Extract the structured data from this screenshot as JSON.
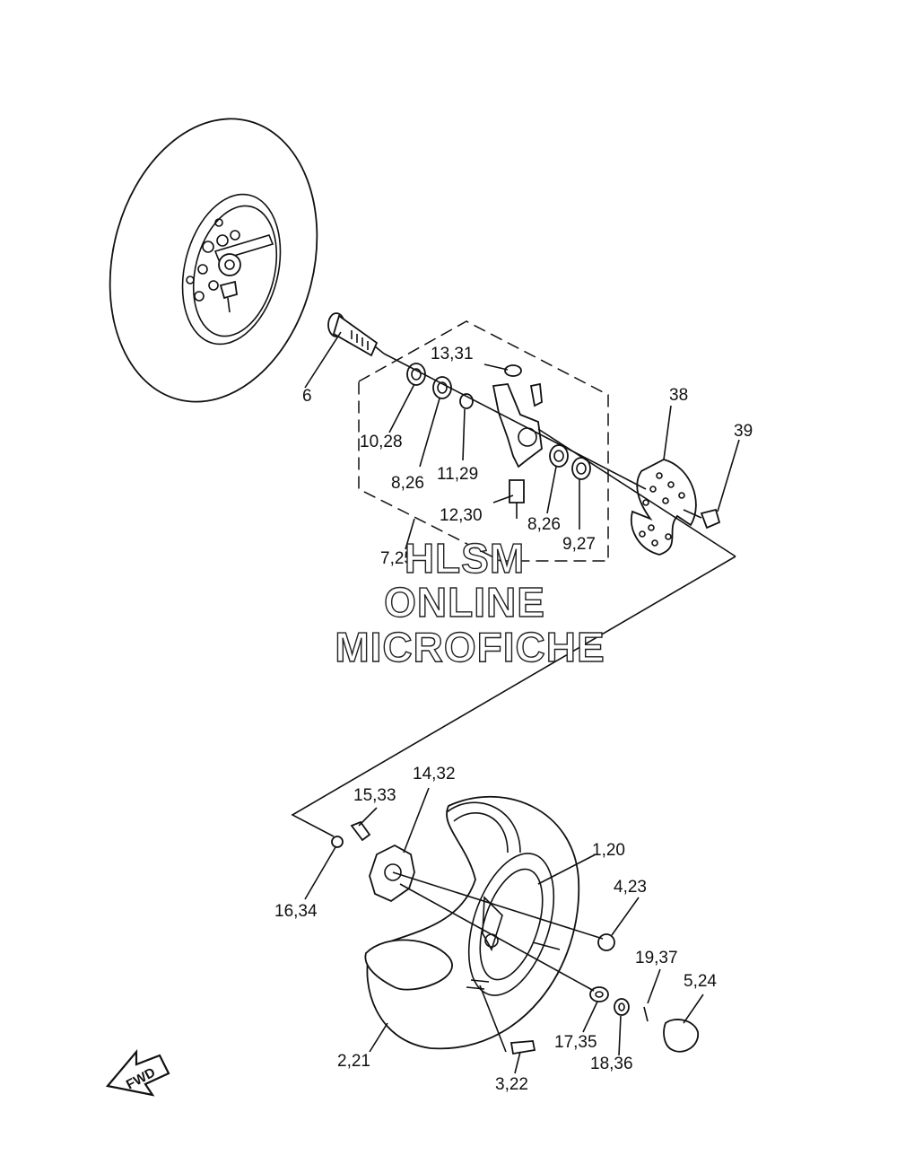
{
  "watermark": {
    "line1": "HLSM",
    "line2": "ONLINE",
    "line3": "MICROFICHE"
  },
  "direction_label": "FWD",
  "callouts": {
    "c6": "6",
    "c13_31": "13,31",
    "c10_28": "10,28",
    "c8_26a": "8,26",
    "c11_29": "11,29",
    "c12_30": "12,30",
    "c8_26b": "8,26",
    "c9_27": "9,27",
    "c7_25": "7,25",
    "c38": "38",
    "c39": "39",
    "c14_32": "14,32",
    "c15_33": "15,33",
    "c16_34": "16,34",
    "c1_20": "1,20",
    "c4_23": "4,23",
    "c19_37": "19,37",
    "c5_24": "5,24",
    "c17_35": "17,35",
    "c18_36": "18,36",
    "c2_21": "2,21",
    "c3_22": "3,22"
  }
}
